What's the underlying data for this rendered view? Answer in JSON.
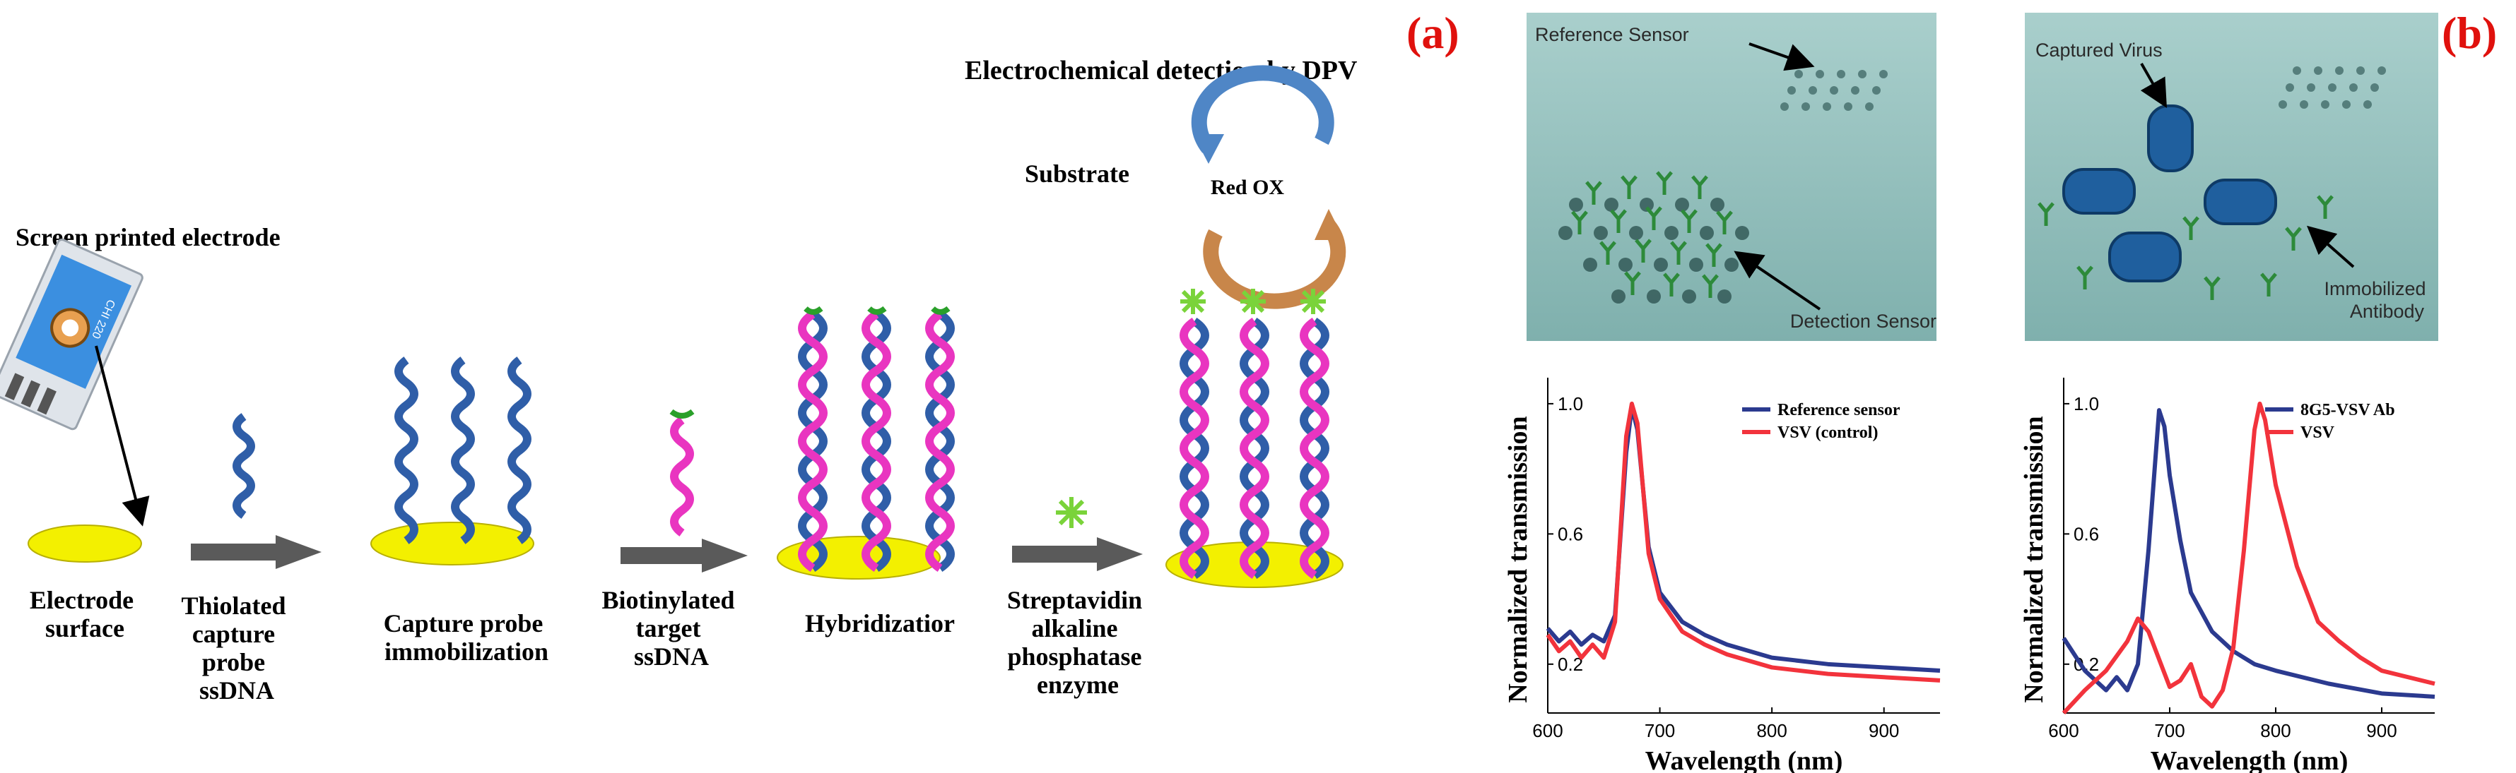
{
  "panel_a": {
    "label": "(a)",
    "steps": {
      "electrode_surface": [
        "Electrode",
        "surface"
      ],
      "thiolated": [
        "Thiolated",
        "capture",
        "probe",
        "ssDNA"
      ],
      "capture_immobilization": [
        "Capture probe",
        "immobilization"
      ],
      "biotinylated": [
        "Biotinylated",
        "target",
        "ssDNA"
      ],
      "hybridization": [
        "Hybridizatior"
      ],
      "streptavidin": [
        "Streptavidin",
        "alkaline",
        "phosphatase",
        "enzyme"
      ]
    },
    "screen_printed_electrode": "Screen printed electrode",
    "electrochemical_detection": "Electrochemical detection by DPV",
    "substrate": "Substrate",
    "redox": "Red OX",
    "electrode_text": "CHI 220"
  },
  "panel_b": {
    "label": "(b)",
    "illustration_left": {
      "reference_sensor": "Reference Sensor",
      "detection_sensor": "Detection Sensor"
    },
    "illustration_right": {
      "captured_virus": "Captured Virus",
      "immobilized_antibody": [
        "Immobilized",
        "Antibody"
      ]
    }
  },
  "colors": {
    "panel_label": "#e0110d",
    "blue_series": "#2b3a8f",
    "red_series": "#f2333c",
    "dna_blue": "#2f5ea8",
    "dna_pink": "#e935c0",
    "electrode_yellow": "#f3f000",
    "arrow_gray": "#5a5a5a",
    "render_bg": "#9fc6c4"
  },
  "chart_data": [
    {
      "type": "line",
      "xlabel": "Wavelength (nm)",
      "ylabel": "Normalized transmission",
      "xlim": [
        600,
        950
      ],
      "ylim": [
        0.05,
        1.08
      ],
      "xticks": [
        600,
        700,
        800,
        900
      ],
      "yticks": [
        0.2,
        0.6,
        1.0
      ],
      "legend_position": "top-right",
      "series": [
        {
          "name": "Reference sensor",
          "color": "#2b3a8f",
          "x": [
            600,
            610,
            620,
            630,
            640,
            650,
            660,
            670,
            675,
            680,
            690,
            700,
            720,
            740,
            760,
            780,
            800,
            850,
            900,
            950
          ],
          "y": [
            0.31,
            0.27,
            0.3,
            0.26,
            0.29,
            0.27,
            0.35,
            0.85,
            0.99,
            0.92,
            0.56,
            0.42,
            0.33,
            0.29,
            0.26,
            0.24,
            0.22,
            0.2,
            0.19,
            0.18
          ]
        },
        {
          "name": "VSV (control)",
          "color": "#f2333c",
          "x": [
            600,
            610,
            620,
            630,
            640,
            650,
            660,
            670,
            675,
            680,
            690,
            700,
            720,
            740,
            760,
            780,
            800,
            850,
            900,
            950
          ],
          "y": [
            0.29,
            0.24,
            0.27,
            0.22,
            0.26,
            0.22,
            0.33,
            0.9,
            1.0,
            0.94,
            0.54,
            0.4,
            0.3,
            0.26,
            0.23,
            0.21,
            0.19,
            0.17,
            0.16,
            0.15
          ]
        }
      ]
    },
    {
      "type": "line",
      "xlabel": "Wavelength (nm)",
      "ylabel": "Normalized transmission",
      "xlim": [
        600,
        950
      ],
      "ylim": [
        0.05,
        1.08
      ],
      "xticks": [
        600,
        700,
        800,
        900
      ],
      "yticks": [
        0.2,
        0.6,
        1.0
      ],
      "legend_position": "top-right",
      "series": [
        {
          "name": "8G5-VSV Ab",
          "color": "#2b3a8f",
          "x": [
            600,
            620,
            630,
            640,
            650,
            660,
            670,
            680,
            690,
            695,
            700,
            710,
            720,
            740,
            760,
            780,
            800,
            850,
            900,
            950
          ],
          "y": [
            0.28,
            0.18,
            0.15,
            0.12,
            0.16,
            0.12,
            0.2,
            0.55,
            0.98,
            0.93,
            0.78,
            0.58,
            0.42,
            0.3,
            0.24,
            0.2,
            0.18,
            0.14,
            0.11,
            0.1
          ]
        },
        {
          "name": "VSV",
          "color": "#f2333c",
          "x": [
            600,
            620,
            640,
            660,
            670,
            680,
            700,
            710,
            720,
            730,
            740,
            750,
            760,
            770,
            780,
            785,
            790,
            800,
            820,
            840,
            860,
            880,
            900,
            950
          ],
          "y": [
            0.05,
            0.12,
            0.18,
            0.27,
            0.34,
            0.3,
            0.13,
            0.15,
            0.2,
            0.1,
            0.07,
            0.12,
            0.25,
            0.55,
            0.92,
            1.0,
            0.95,
            0.75,
            0.5,
            0.33,
            0.27,
            0.22,
            0.18,
            0.14
          ]
        }
      ]
    }
  ]
}
